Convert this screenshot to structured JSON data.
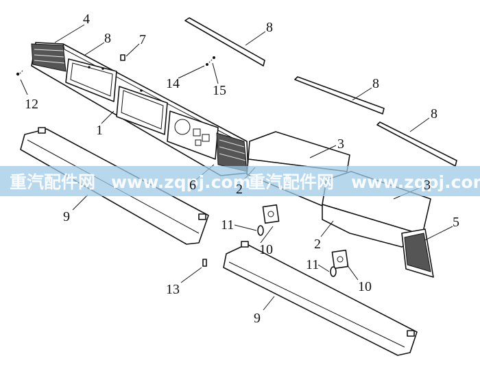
{
  "callouts": [
    {
      "id": "c1",
      "text": "1"
    },
    {
      "id": "c2a",
      "text": "2"
    },
    {
      "id": "c2b",
      "text": "2"
    },
    {
      "id": "c3a",
      "text": "3"
    },
    {
      "id": "c3b",
      "text": "3"
    },
    {
      "id": "c4",
      "text": "4"
    },
    {
      "id": "c5",
      "text": "5"
    },
    {
      "id": "c6",
      "text": "6"
    },
    {
      "id": "c7",
      "text": "7"
    },
    {
      "id": "c8a",
      "text": "8"
    },
    {
      "id": "c8b",
      "text": "8"
    },
    {
      "id": "c8c",
      "text": "8"
    },
    {
      "id": "c8d",
      "text": "8"
    },
    {
      "id": "c9a",
      "text": "9"
    },
    {
      "id": "c9b",
      "text": "9"
    },
    {
      "id": "c10a",
      "text": "10"
    },
    {
      "id": "c10b",
      "text": "10"
    },
    {
      "id": "c11a",
      "text": "11"
    },
    {
      "id": "c11b",
      "text": "11"
    },
    {
      "id": "c12",
      "text": "12"
    },
    {
      "id": "c13",
      "text": "13"
    },
    {
      "id": "c14",
      "text": "14"
    },
    {
      "id": "c15",
      "text": "15"
    }
  ],
  "watermark": {
    "segments": [
      "重汽配件网",
      "www.zqpj.com",
      "重汽配件网",
      "www.zqpj.com"
    ],
    "color": "#9ecae6"
  }
}
